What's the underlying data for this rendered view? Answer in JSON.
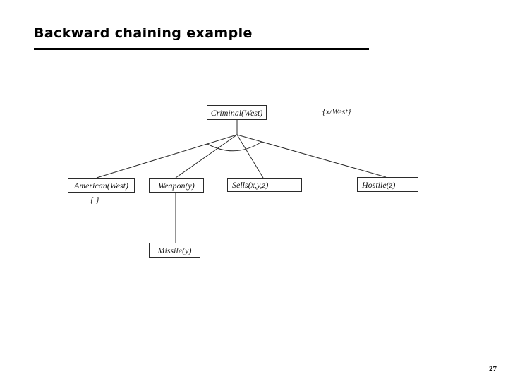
{
  "slide": {
    "title": "Backward chaining example",
    "page_number": "27"
  },
  "diagram": {
    "root": {
      "label": "Criminal(West)"
    },
    "substitution_label": "{x/West}",
    "children": [
      {
        "label": "American(West)",
        "annotation": "{ }"
      },
      {
        "label": "Weapon(y)"
      },
      {
        "label": "Sells(x,y,z)"
      },
      {
        "label": "Hostile(z)"
      }
    ],
    "grandchild": {
      "label": "Missile(y)"
    }
  },
  "colors": {
    "title": "#000000",
    "line": "#2b2b2b",
    "text": "#1a1a1a",
    "background": "#ffffff"
  }
}
